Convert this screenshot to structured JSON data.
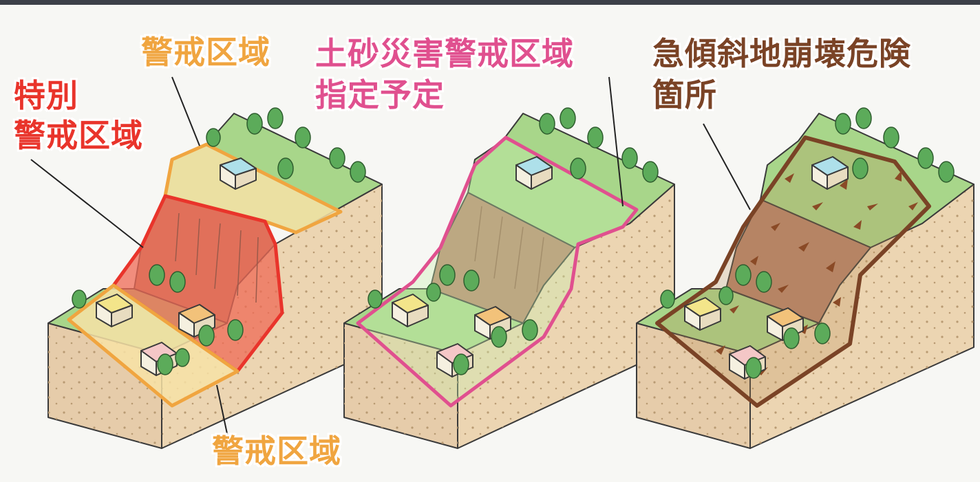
{
  "labels": {
    "keikai_top": "警戒区域",
    "tokubetsu_line1": "特別",
    "tokubetsu_line2": "警戒区域",
    "dosha_line1": "土砂災害警戒区域",
    "dosha_line2": "指定予定",
    "kyukeisha_line1": "急傾斜地崩壊危険",
    "kyukeisha_line2": "箇所",
    "keikai_bottom": "警戒区域"
  },
  "colors": {
    "warning_zone": "#f0a540",
    "special_warning_zone": "#e9342b",
    "planned_designation": "#e0508f",
    "steep_slope_hazard": "#7a4326",
    "ground": "#a8d68a",
    "soil": "#ecd5b2",
    "cliff": "#b6826a"
  }
}
